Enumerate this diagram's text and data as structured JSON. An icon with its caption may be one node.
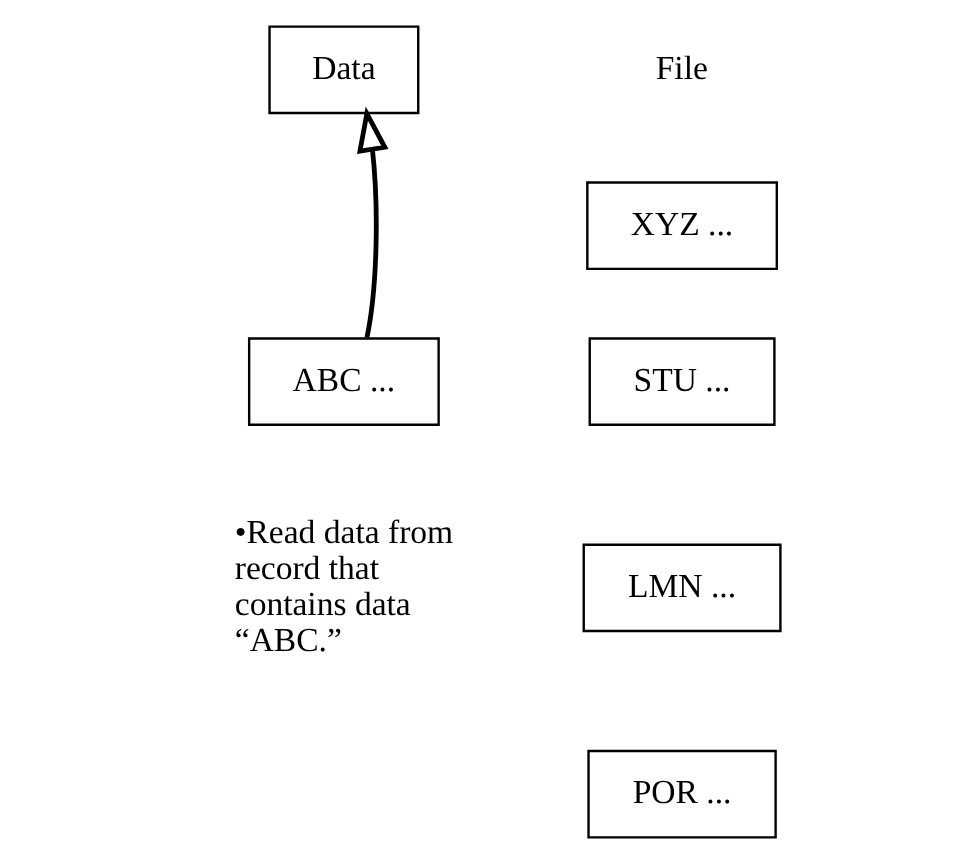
{
  "diagram": {
    "nodes": [
      {
        "text": [
          "Data"
        ]
      },
      {
        "text": [
          "XYZ ..."
        ]
      },
      {
        "text": [
          "ABC ..."
        ]
      },
      {
        "text": [
          "STU ..."
        ]
      },
      {
        "text": [
          "LMN ..."
        ]
      },
      {
        "text": [
          "POR ..."
        ]
      }
    ],
    "edges": [
      {
        "from": 2,
        "to": 0,
        "arrow": "to"
      }
    ],
    "labels": [
      "File",
      "•Read data from record that contains data “ABC.”"
    ]
  }
}
